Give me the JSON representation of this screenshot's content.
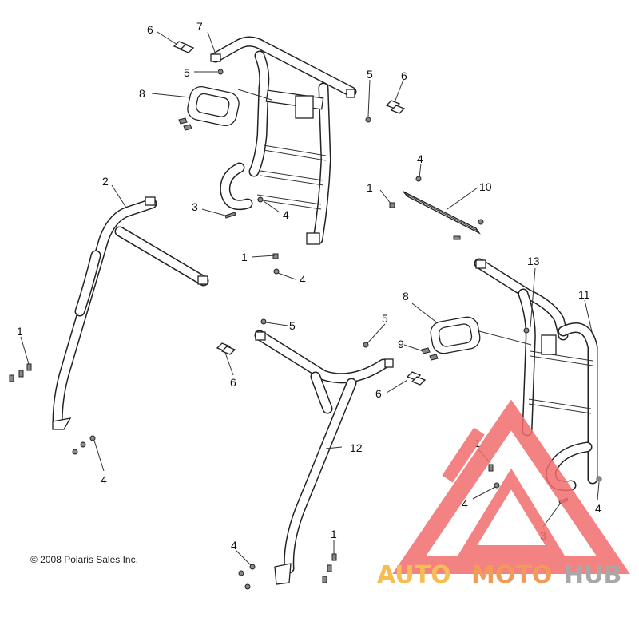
{
  "copyright": "© 2008 Polaris Sales Inc.",
  "callouts": {
    "c1": "1",
    "c2": "2",
    "c3": "3",
    "c4": "4",
    "c5": "5",
    "c6": "6",
    "c7": "7",
    "c8": "8",
    "c9": "9",
    "c10": "10",
    "c11": "11",
    "c12": "12",
    "c13": "13"
  },
  "watermark": {
    "auto": "AUTO",
    "moto": "MOTO",
    "hub": "HUB",
    "colors": {
      "triangle": "#f26d6d",
      "auto": "#f5b335",
      "moto": "#f08a3c",
      "hub": "#9a9a9a"
    }
  }
}
